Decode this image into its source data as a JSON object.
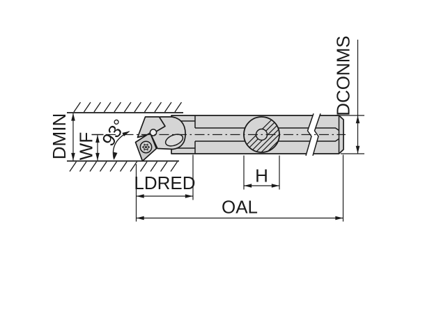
{
  "drawing": {
    "labels": {
      "dmin": "DMIN",
      "wf": "WF",
      "angle": "93°",
      "ldred": "LDRED",
      "oal": "OAL",
      "h": "H",
      "dconms": "DCONMS"
    },
    "colors": {
      "line": "#1a1a1a",
      "body": "#d5d5d5",
      "insert": "#cbcbcb",
      "background": "#ffffff"
    }
  }
}
